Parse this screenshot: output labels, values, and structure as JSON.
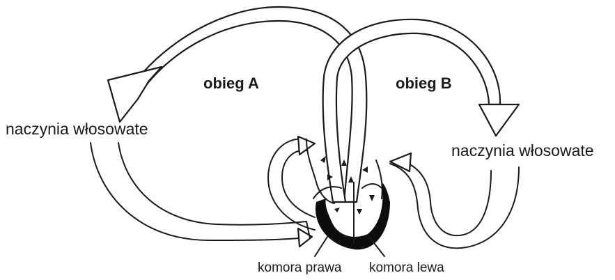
{
  "labels": {
    "circuit_a": "obieg A",
    "circuit_b": "obieg B",
    "capillaries_left": "naczynia  włosowate",
    "capillaries_right": "naczynia  włosowate",
    "right_ventricle": "komora prawa",
    "left_ventricle": "komora lewa"
  },
  "colors": {
    "ink": "#1a1a1a",
    "ventricle_fill": "#0d0d0d",
    "background": "#ffffff"
  }
}
